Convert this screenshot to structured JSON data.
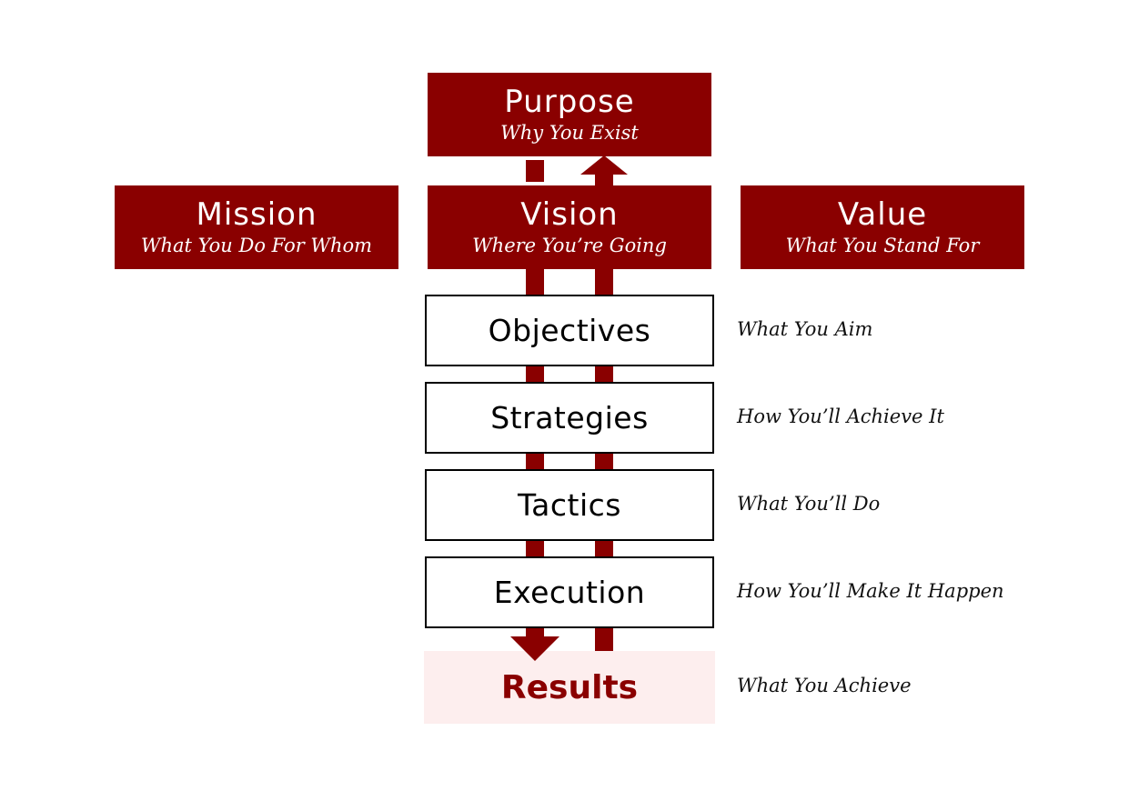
{
  "top": {
    "purpose": {
      "title": "Purpose",
      "subtitle": "Why You Exist"
    },
    "mission": {
      "title": "Mission",
      "subtitle": "What You Do For Whom"
    },
    "vision": {
      "title": "Vision",
      "subtitle": "Where You’re Going"
    },
    "value": {
      "title": "Value",
      "subtitle": "What You Stand For"
    }
  },
  "steps": [
    {
      "title": "Objectives",
      "description": "What You Aim"
    },
    {
      "title": "Strategies",
      "description": "How You’ll Achieve It"
    },
    {
      "title": "Tactics",
      "description": "What You’ll Do"
    },
    {
      "title": "Execution",
      "description": "How You’ll Make It Happen"
    }
  ],
  "results": {
    "title": "Results",
    "description": "What You Achieve"
  },
  "colors": {
    "accent": "#8a0000",
    "results_bg": "#fdeeee"
  }
}
